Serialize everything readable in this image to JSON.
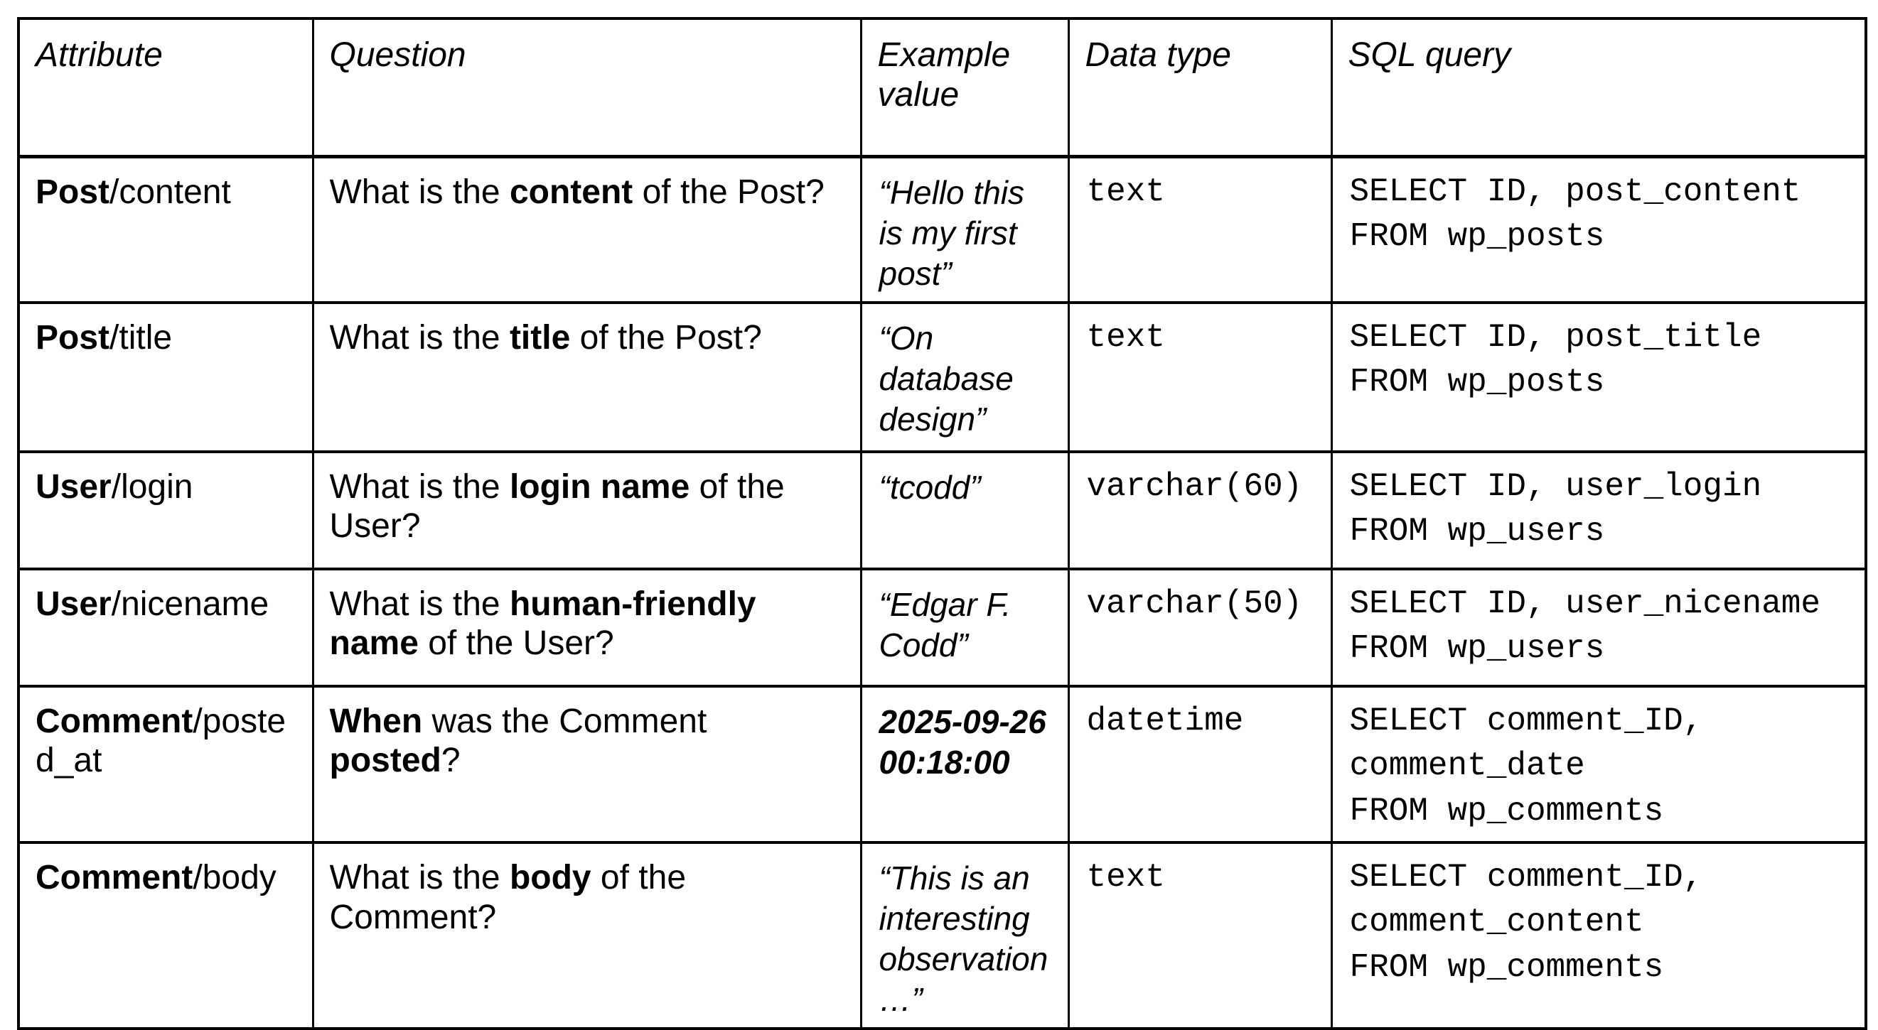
{
  "page": {
    "background_color": "#ffffff",
    "text_color": "#000000",
    "border_color": "#000000"
  },
  "table": {
    "columns": [
      "Attribute",
      "Question",
      "Example value",
      "Data type",
      "SQL query"
    ],
    "rows": [
      {
        "attribute": {
          "entity": "Post",
          "rest": "/content"
        },
        "question": [
          {
            "text": "What is the "
          },
          {
            "text": "content",
            "bold": true
          },
          {
            "text": " of the Post?"
          }
        ],
        "example": "“Hello this is my first post”",
        "example_bold": false,
        "data_type": "text",
        "sql": [
          "SELECT ID, post_content",
          "FROM wp_posts"
        ]
      },
      {
        "attribute": {
          "entity": "Post",
          "rest": "/title"
        },
        "question": [
          {
            "text": "What is the "
          },
          {
            "text": "title",
            "bold": true
          },
          {
            "text": " of the Post?"
          }
        ],
        "example": "“On database design”",
        "example_bold": false,
        "data_type": "text",
        "sql": [
          "SELECT ID, post_title",
          "FROM wp_posts"
        ]
      },
      {
        "attribute": {
          "entity": "User",
          "rest": "/login"
        },
        "question": [
          {
            "text": "What is the "
          },
          {
            "text": "login name",
            "bold": true
          },
          {
            "text": " of the User?"
          }
        ],
        "example": "“tcodd”",
        "example_bold": false,
        "data_type": "varchar(60)",
        "sql": [
          "SELECT ID, user_login",
          "FROM wp_users"
        ]
      },
      {
        "attribute": {
          "entity": "User",
          "rest": "/nicename"
        },
        "question": [
          {
            "text": "What is the "
          },
          {
            "text": "human-friendly name",
            "bold": true
          },
          {
            "text": " of the User?"
          }
        ],
        "example": "“Edgar F. Codd”",
        "example_bold": false,
        "data_type": "varchar(50)",
        "sql": [
          "SELECT ID, user_nicename",
          "FROM wp_users"
        ]
      },
      {
        "attribute": {
          "entity": "Comment",
          "rest": "/posted_at"
        },
        "question": [
          {
            "text": "When",
            "bold": true
          },
          {
            "text": " was the Comment "
          },
          {
            "text": "posted",
            "bold": true
          },
          {
            "text": "?"
          }
        ],
        "example": "2025-09-26 00:18:00",
        "example_bold": true,
        "data_type": "datetime",
        "sql": [
          "SELECT comment_ID,",
          "comment_date",
          "FROM wp_comments"
        ]
      },
      {
        "attribute": {
          "entity": "Comment",
          "rest": "/body"
        },
        "question": [
          {
            "text": "What is the "
          },
          {
            "text": "body",
            "bold": true
          },
          {
            "text": " of the Comment?"
          }
        ],
        "example": "“This is an interesting observation…”",
        "example_bold": false,
        "data_type": "text",
        "sql": [
          "SELECT comment_ID,",
          "comment_content",
          "FROM wp_comments"
        ]
      }
    ]
  }
}
